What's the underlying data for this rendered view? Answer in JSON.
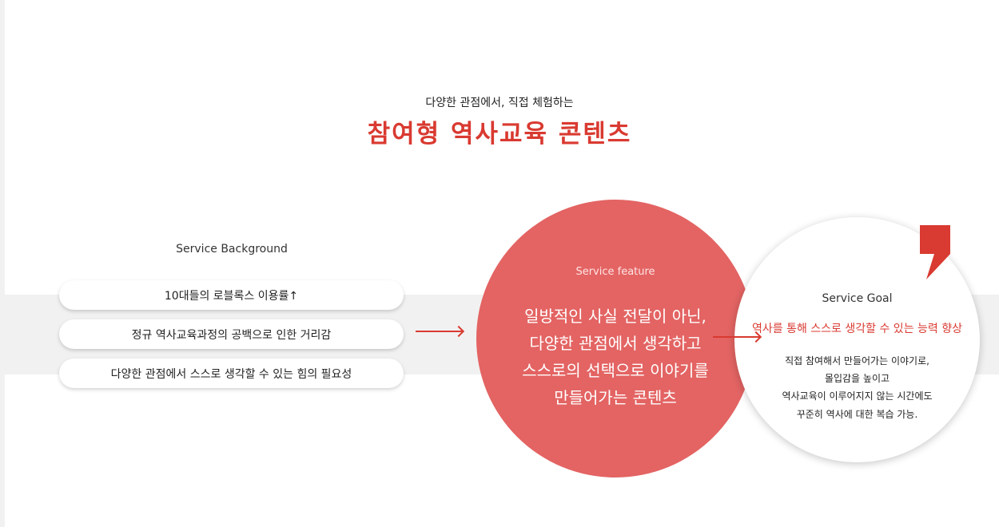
{
  "colors": {
    "accent": "#d93a31",
    "feature_fill": "#e36463"
  },
  "header": {
    "subtitle": "다양한 관점에서, 직접 체험하는",
    "title": "참여형 역사교육 콘텐츠"
  },
  "background": {
    "heading": "Service Background",
    "items": [
      "10대들의 로블록스 이용률↑",
      "정규 역사교육과정의 공백으로 인한 거리감",
      "다양한 관점에서 스스로 생각할 수 있는 힘의 필요성"
    ]
  },
  "feature": {
    "heading": "Service feature",
    "lines": [
      "일방적인 사실 전달이 아닌,",
      "다양한 관점에서 생각하고",
      "스스로의 선택으로 이야기를",
      "만들어가는 콘텐츠"
    ]
  },
  "goal": {
    "heading": "Service Goal",
    "highlight": "역사를 통해 스스로 생각할 수 있는 능력 향상",
    "lines": [
      "직접 참여해서 만들어가는 이야기로,",
      "몰입감을 높이고",
      "역사교육이 이루어지지 않는 시간에도",
      "꾸준히 역사에 대한 복습 가능."
    ]
  },
  "icons": {
    "arrow": "arrow-right-icon",
    "quote": "quote-mark-icon"
  }
}
